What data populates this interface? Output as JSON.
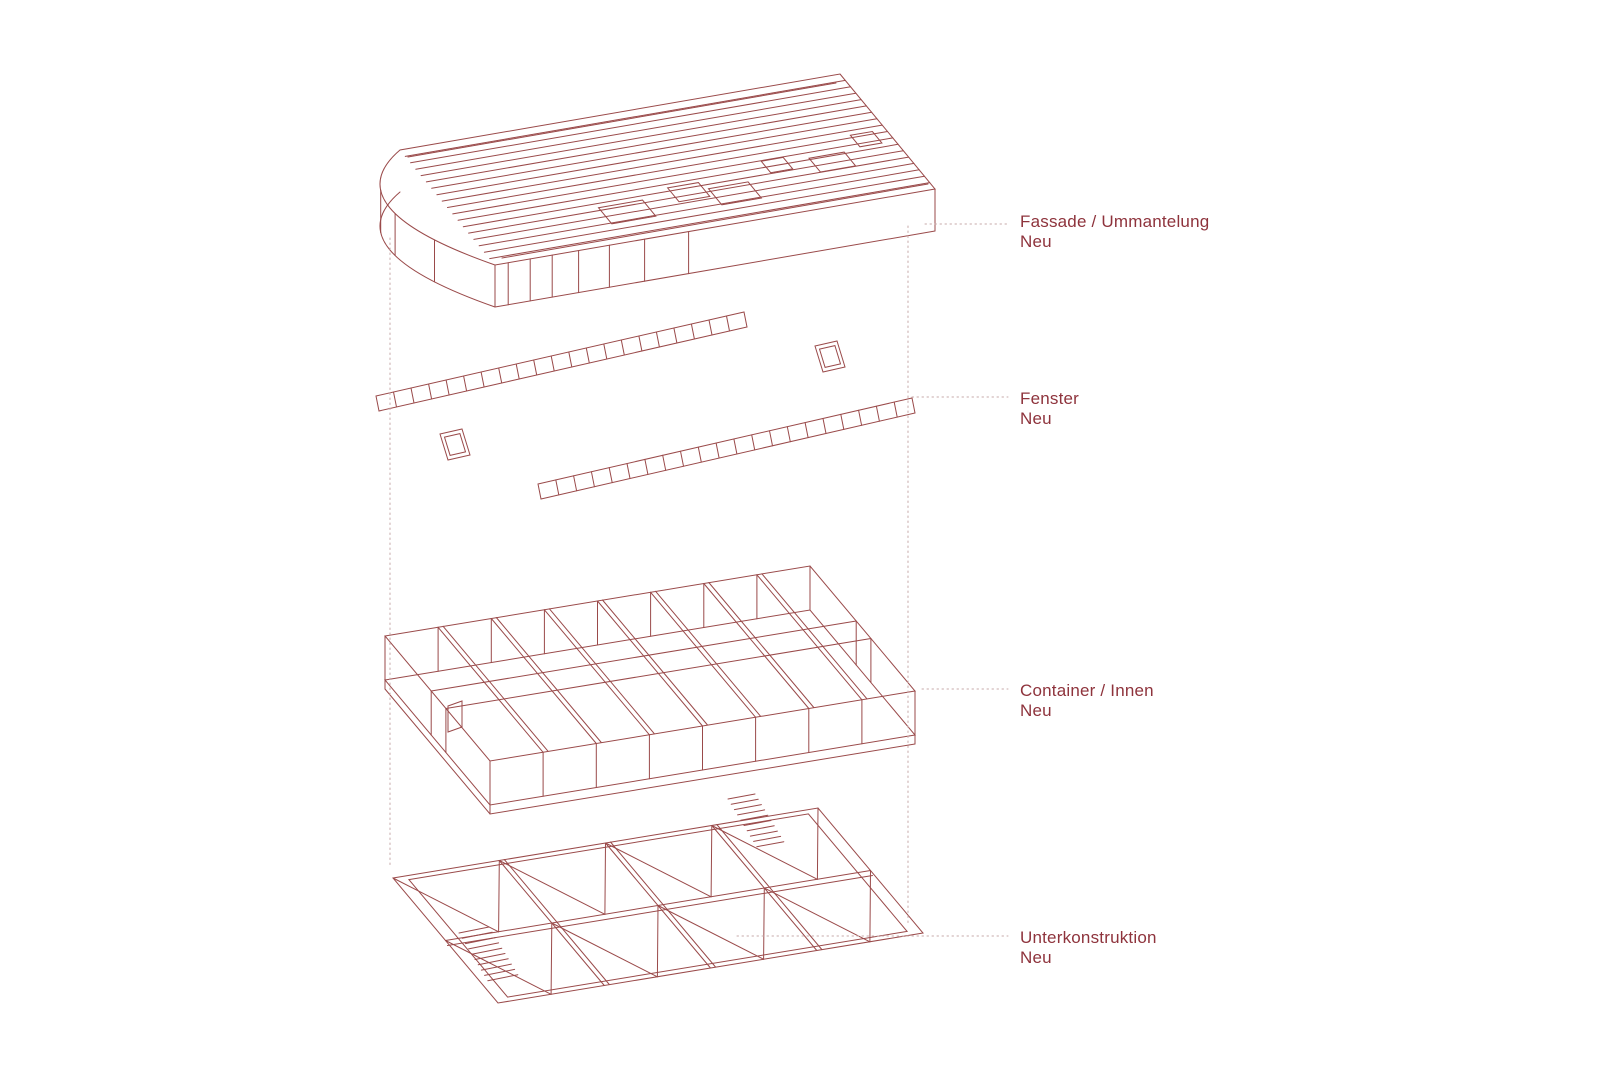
{
  "diagram": {
    "background": "#ffffff",
    "line_color": "#9a4a4a",
    "guide_color": "#c7a9a9",
    "text_color": "#8e333c",
    "labels": [
      {
        "id": "fassade",
        "title": "Fassade / Ummantelung",
        "status": "Neu"
      },
      {
        "id": "fenster",
        "title": "Fenster",
        "status": "Neu"
      },
      {
        "id": "container",
        "title": "Container / Innen",
        "status": "Neu"
      },
      {
        "id": "unterkonstruktion",
        "title": "Unterkonstruktion",
        "status": "Neu"
      }
    ]
  }
}
